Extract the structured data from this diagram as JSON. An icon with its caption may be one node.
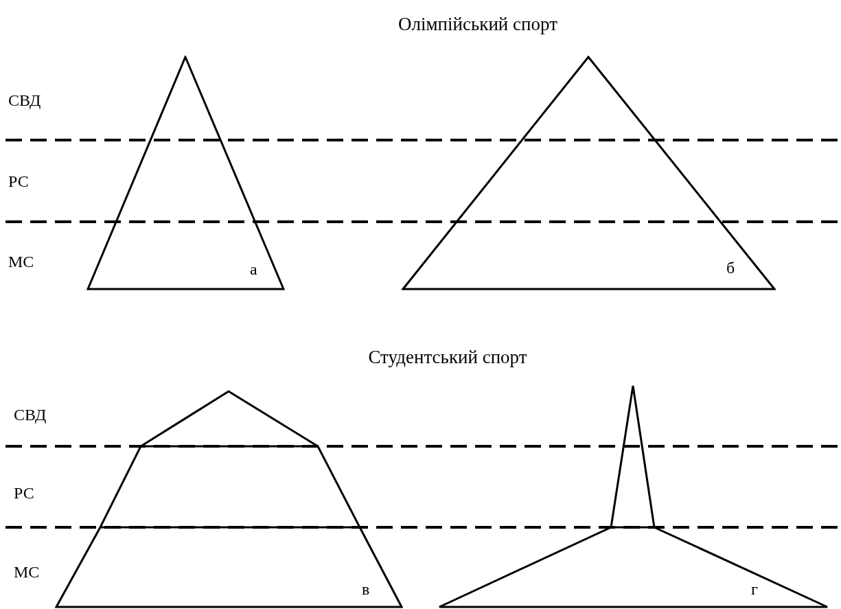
{
  "diagram": {
    "nodes": [
      {
        "text": [
          "а"
        ]
      },
      {
        "text": [
          "б"
        ]
      },
      {
        "text": [
          "в"
        ]
      },
      {
        "text": [
          "г"
        ]
      }
    ],
    "labels": [
      "Олімпійський спорт",
      "СВД",
      "РС",
      "МС",
      "Студентський спорт",
      "СВД",
      "РС",
      "МС"
    ]
  }
}
